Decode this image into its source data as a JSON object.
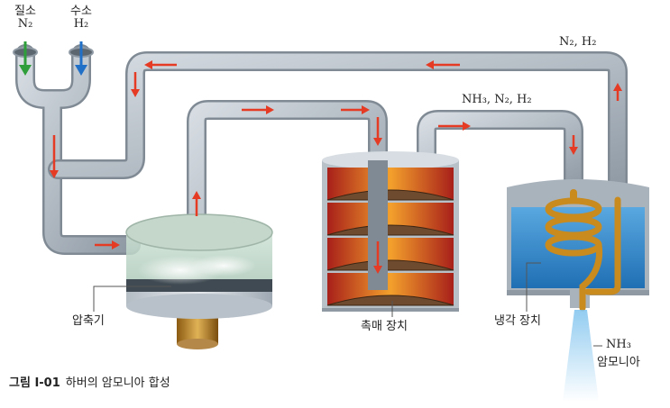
{
  "inputs": {
    "nitrogen": {
      "name": "질소",
      "formula": "N₂"
    },
    "hydrogen": {
      "name": "수소",
      "formula": "H₂"
    }
  },
  "flow_labels": {
    "recycle": "N₂, H₂",
    "to_cooler": "NH₃, N₂, H₂",
    "product_formula": "NH₃",
    "product_name": "암모니아"
  },
  "components": {
    "compressor": "압축기",
    "catalyst": "촉매 장치",
    "cooler": "냉각 장치"
  },
  "caption": {
    "number": "그림 Ⅰ-01",
    "title": "하버의 암모니아 합성"
  },
  "colors": {
    "pipe": "#a9b3bc",
    "arrow": "#e53a24",
    "nitrogen_arrow": "#2e9e3a",
    "hydrogen_arrow": "#2170c8",
    "cooler_water": "#2f86c8",
    "coil": "#c98a1e"
  }
}
